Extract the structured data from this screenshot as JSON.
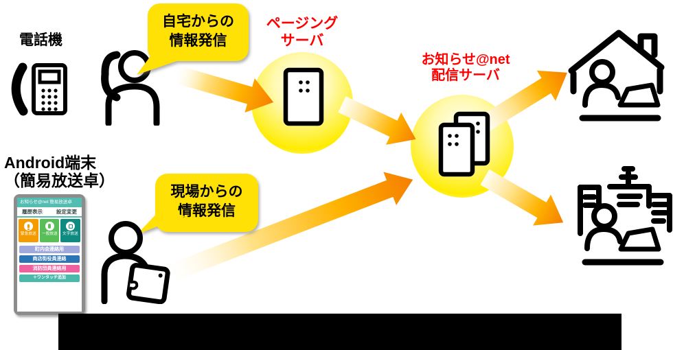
{
  "palette": {
    "bubble_yellow": "#FFE105",
    "server_label_red": "#FF0000",
    "arrow_orange": "#F57E00",
    "glow_yellow": "#FFEC00",
    "icon_black": "#000000"
  },
  "telephone": {
    "label": "電話機"
  },
  "android_terminal": {
    "label_line1": "Android端末",
    "label_line2": "（簡易放送卓）"
  },
  "speech_bubbles": {
    "home": {
      "line1": "自宅からの",
      "line2": "情報発信"
    },
    "field": {
      "line1": "現場からの",
      "line2": "情報発信"
    }
  },
  "servers": {
    "paging": {
      "line1": "ページング",
      "line2": "サーバ"
    },
    "distribution": {
      "line1": "お知らせ@net",
      "line2": "配信サーバ"
    }
  },
  "mockup": {
    "header": "お知らせ@net 簡易放送卓",
    "menu": {
      "left": "履歴表示",
      "right": "設定変更"
    },
    "buttons": [
      {
        "label": "緊急放送",
        "color": "#F59B00",
        "icon": "alert-icon"
      },
      {
        "label": "一般放送",
        "color": "#58BE58",
        "icon": "microphone-icon"
      },
      {
        "label": "文字放送",
        "color": "#0E8B80",
        "icon": "text-icon"
      }
    ],
    "channels": [
      {
        "label": "町内会連絡用",
        "color": "#A0A9DE"
      },
      {
        "label": "商店街役員連絡",
        "color": "#2D74B5"
      },
      {
        "label": "消防団員連絡用",
        "color": "#F0609E"
      },
      {
        "label": "＋ワンタッチ追加",
        "color": "#4BB8AC"
      }
    ]
  }
}
